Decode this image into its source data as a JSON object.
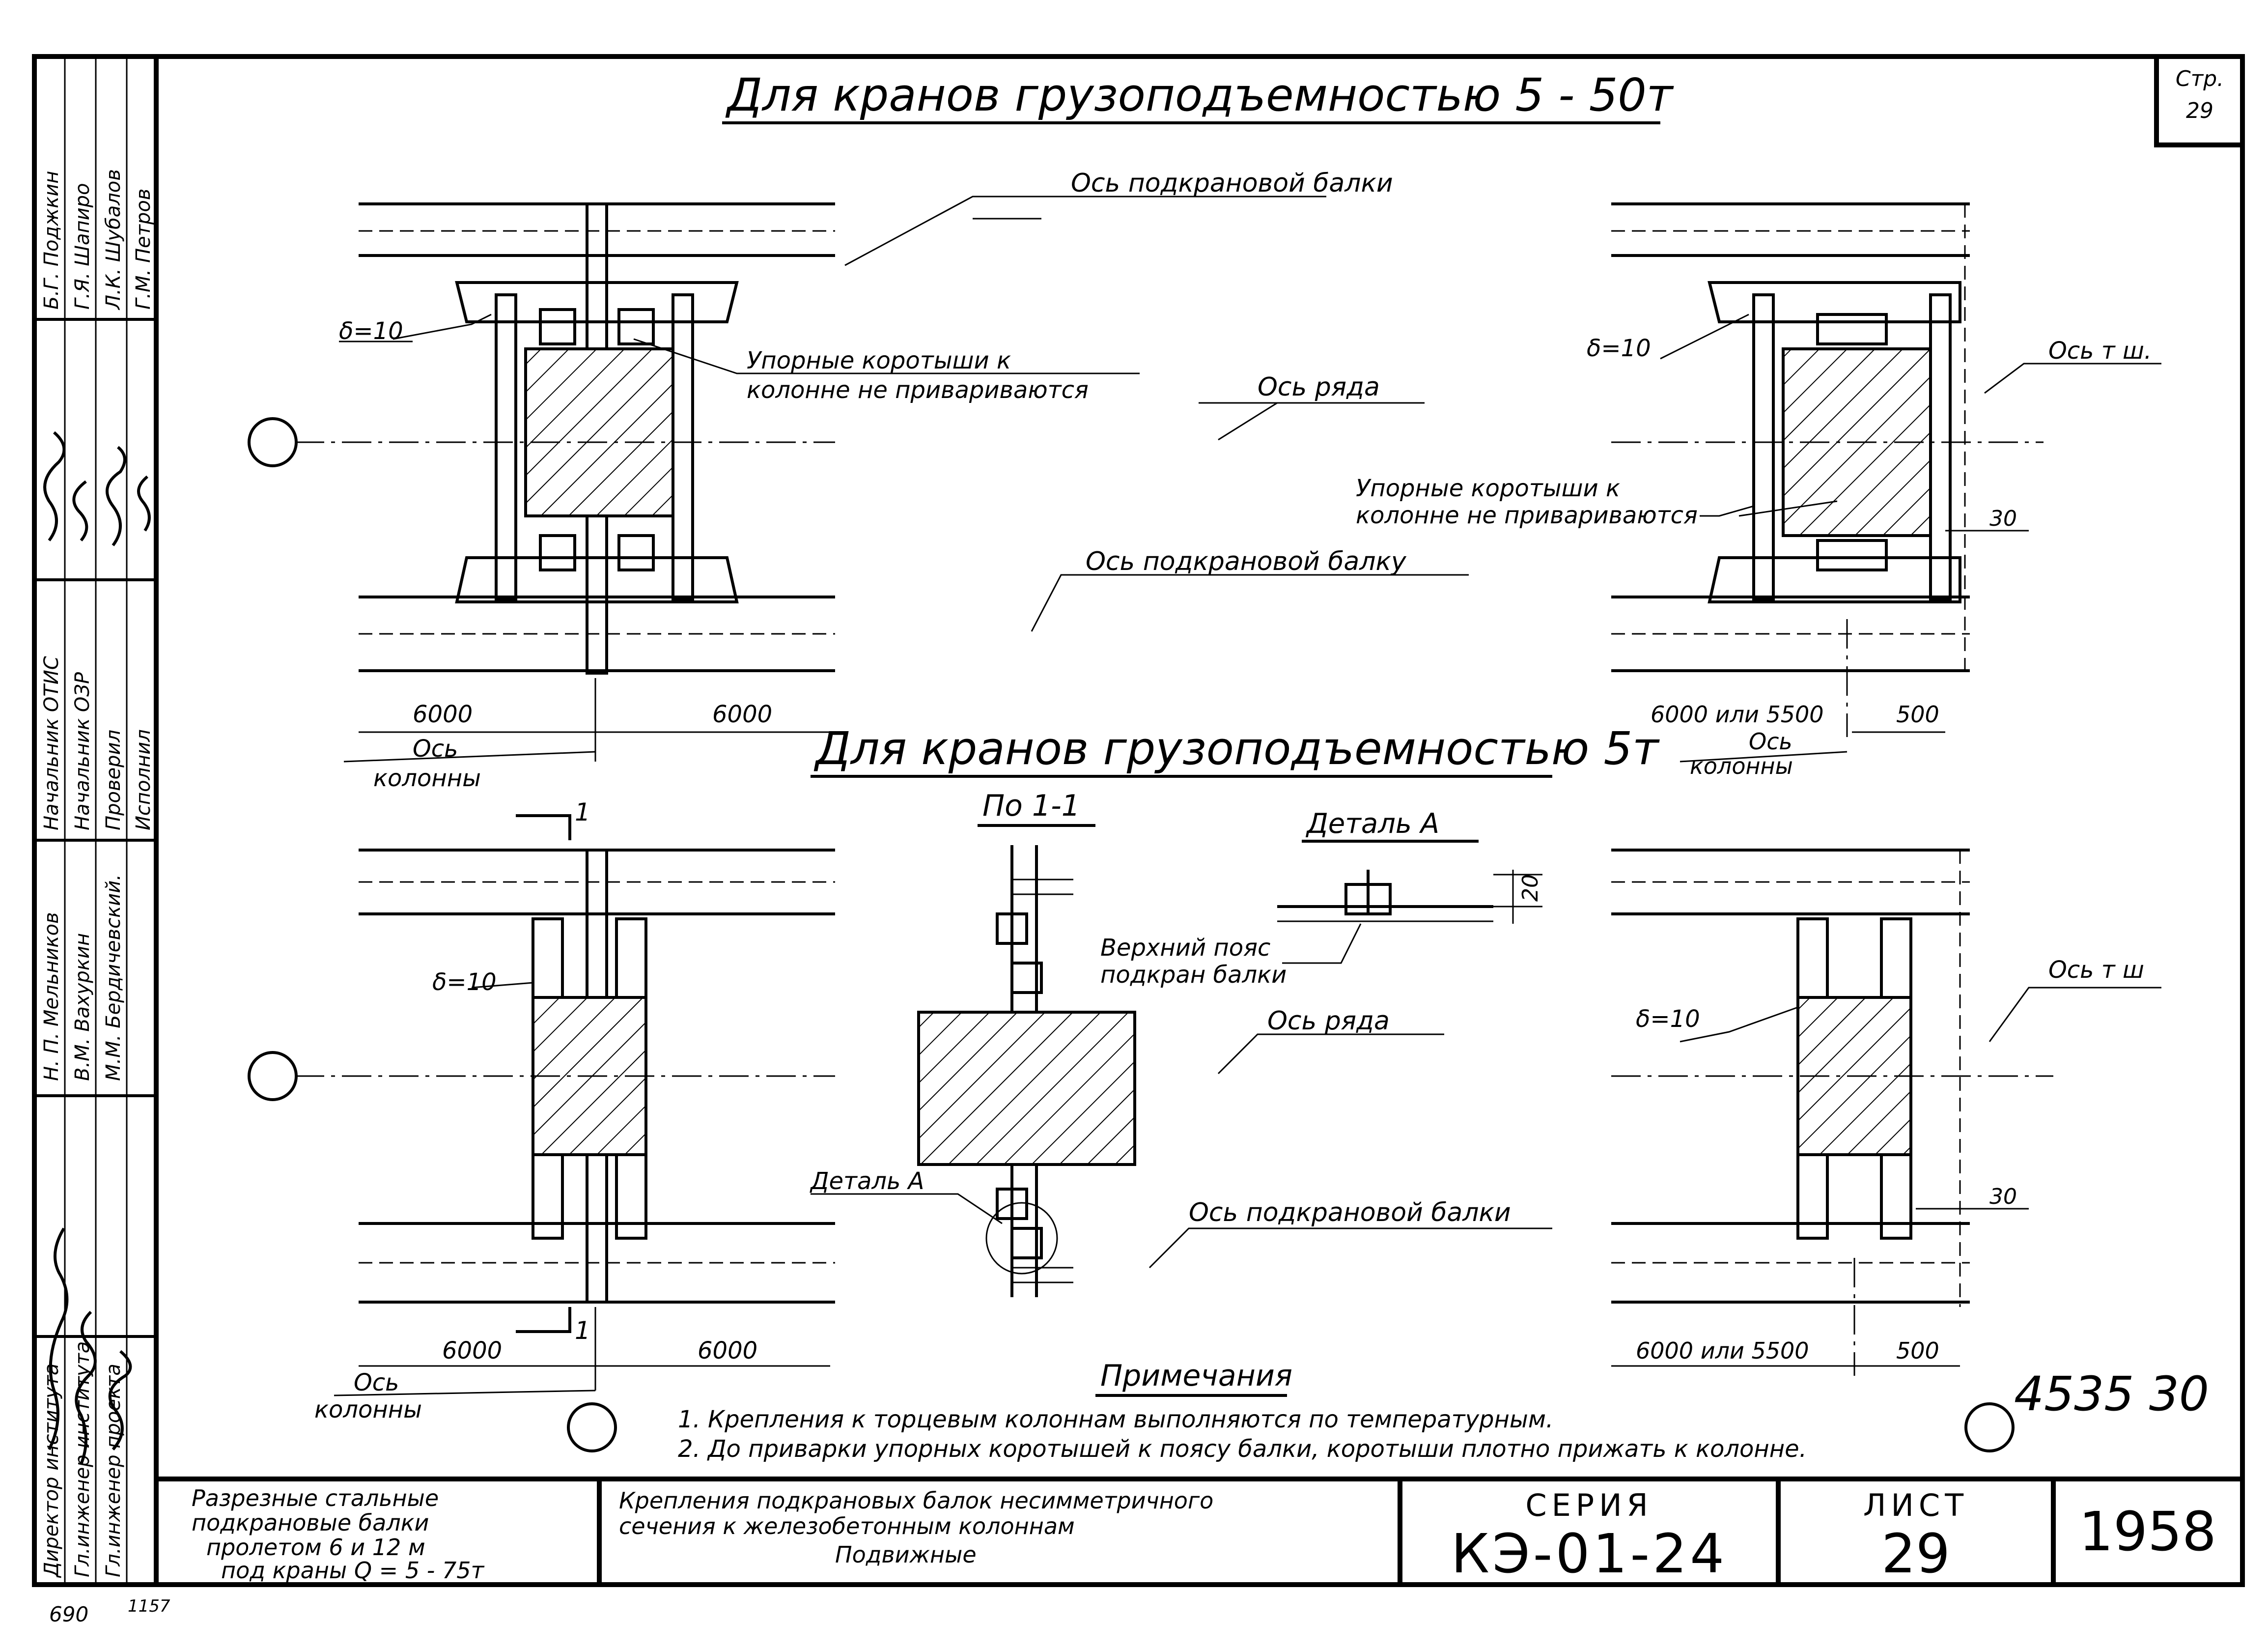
{
  "sheet": {
    "page_corner_label": "Стр.",
    "page_corner_number": "29",
    "inventory_number": "4535 30",
    "bottom_left_code": "690",
    "bottom_small_code": "1157"
  },
  "side_stamp": {
    "roles": [
      "Директор института",
      "Гл.инженер института",
      "Гл.инженер проекта"
    ],
    "names_group_1": [
      "Н. П. Мельников",
      "В.М. Вахуркин",
      "М.М. Бердичевский."
    ],
    "roles_2": [
      "Начальник ОТИС",
      "Начальник ОЗР",
      "Проверил",
      "Исполнил"
    ],
    "names_group_2": [
      "Б.Г. Поджкин",
      "Г.Я. Шапиро",
      "Л.К. Шубалов",
      "Г.М. Петров"
    ]
  },
  "top_section": {
    "title": "Для кранов грузоподъемностью  5 - 50т",
    "labels": {
      "axis_crane_beam_top": "Ось подкрановой балки",
      "axis_crane_beam_bottom": "Ось подкрановой балку",
      "axis_row": "Ось ряда",
      "axis_ts": "Ось т ш.",
      "stops_left_1": "Упорные коротыши к",
      "stops_left_2": "колонне не привариваются",
      "stops_right_1": "Упорные коротыши к",
      "stops_right_2": "колонне не привариваются",
      "delta_left": "δ=10",
      "delta_right": "δ=10",
      "dim_30": "30",
      "dim_left_a": "6000",
      "dim_left_b": "6000",
      "dim_right_a": "6000 или 5500",
      "dim_right_b": "500",
      "axis_column_left_1": "Ось",
      "axis_column_left_2": "колонны",
      "axis_column_right_1": "Ось",
      "axis_column_right_2": "колонны"
    }
  },
  "bottom_section": {
    "title": "Для кранов грузоподъемностью  5т",
    "section_label": "По 1-1",
    "detail_title": "Деталь А",
    "section_mark_top": "1",
    "section_mark_bottom": "1",
    "labels": {
      "top_chord_1": "Верхний пояс",
      "top_chord_2": "подкран балки",
      "dim_20": "20",
      "axis_row": "Ось ряда",
      "axis_ts": "Ось т ш",
      "axis_crane_beam": "Ось подкрановой балки",
      "detail_ref": "Деталь А",
      "delta_left": "δ=10",
      "delta_right": "δ=10",
      "dim_30": "30",
      "dim_left_a": "6000",
      "dim_left_b": "6000",
      "dim_right_a": "6000 или 5500",
      "dim_right_b": "500",
      "axis_column_1": "Ось",
      "axis_column_2": "колонны"
    }
  },
  "notes": {
    "heading": "Примечания",
    "items": [
      "1. Крепления к торцевым колоннам выполняются по температурным.",
      "2. До приварки упорных коротышей к поясу балки, коротыши плотно прижать к колонне."
    ]
  },
  "title_block": {
    "product_lines": [
      "Разрезные стальные",
      "подкрановые балки",
      "пролетом 6 и 12 м",
      "под краны Q = 5 - 75т"
    ],
    "desc_lines": [
      "Крепления подкрановых балок несимметричного",
      "сечения к железобетонным колоннам",
      "Подвижные"
    ],
    "series_label": "СЕРИЯ",
    "series_value": "КЭ-01-24",
    "sheet_label": "ЛИСТ",
    "sheet_value": "29",
    "year": "1958"
  }
}
